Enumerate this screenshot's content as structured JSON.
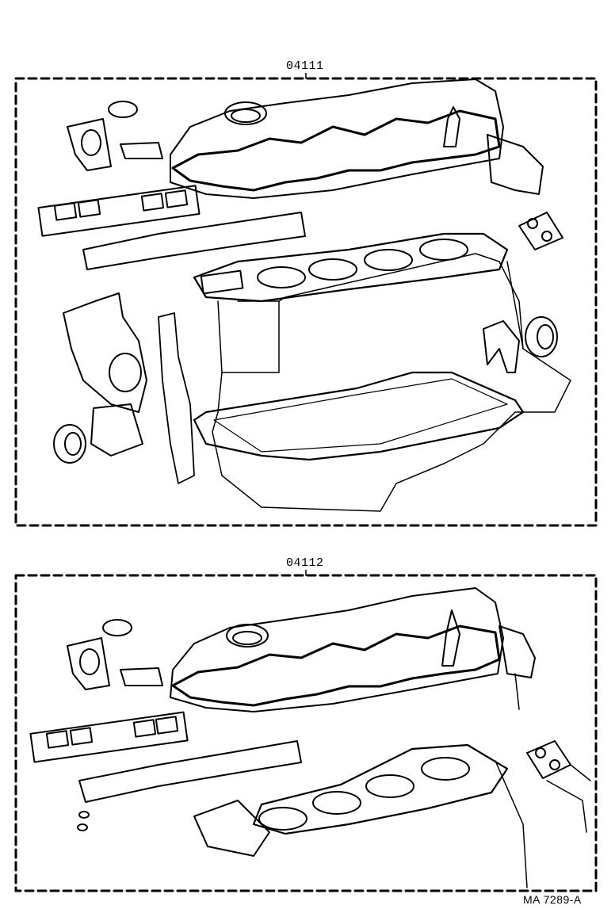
{
  "diagram": {
    "panels": [
      {
        "part_number": "04111"
      },
      {
        "part_number": "04112"
      }
    ],
    "reference_code": "MA 7289-A",
    "colors": {
      "line": "#000000",
      "background": "#ffffff"
    }
  }
}
